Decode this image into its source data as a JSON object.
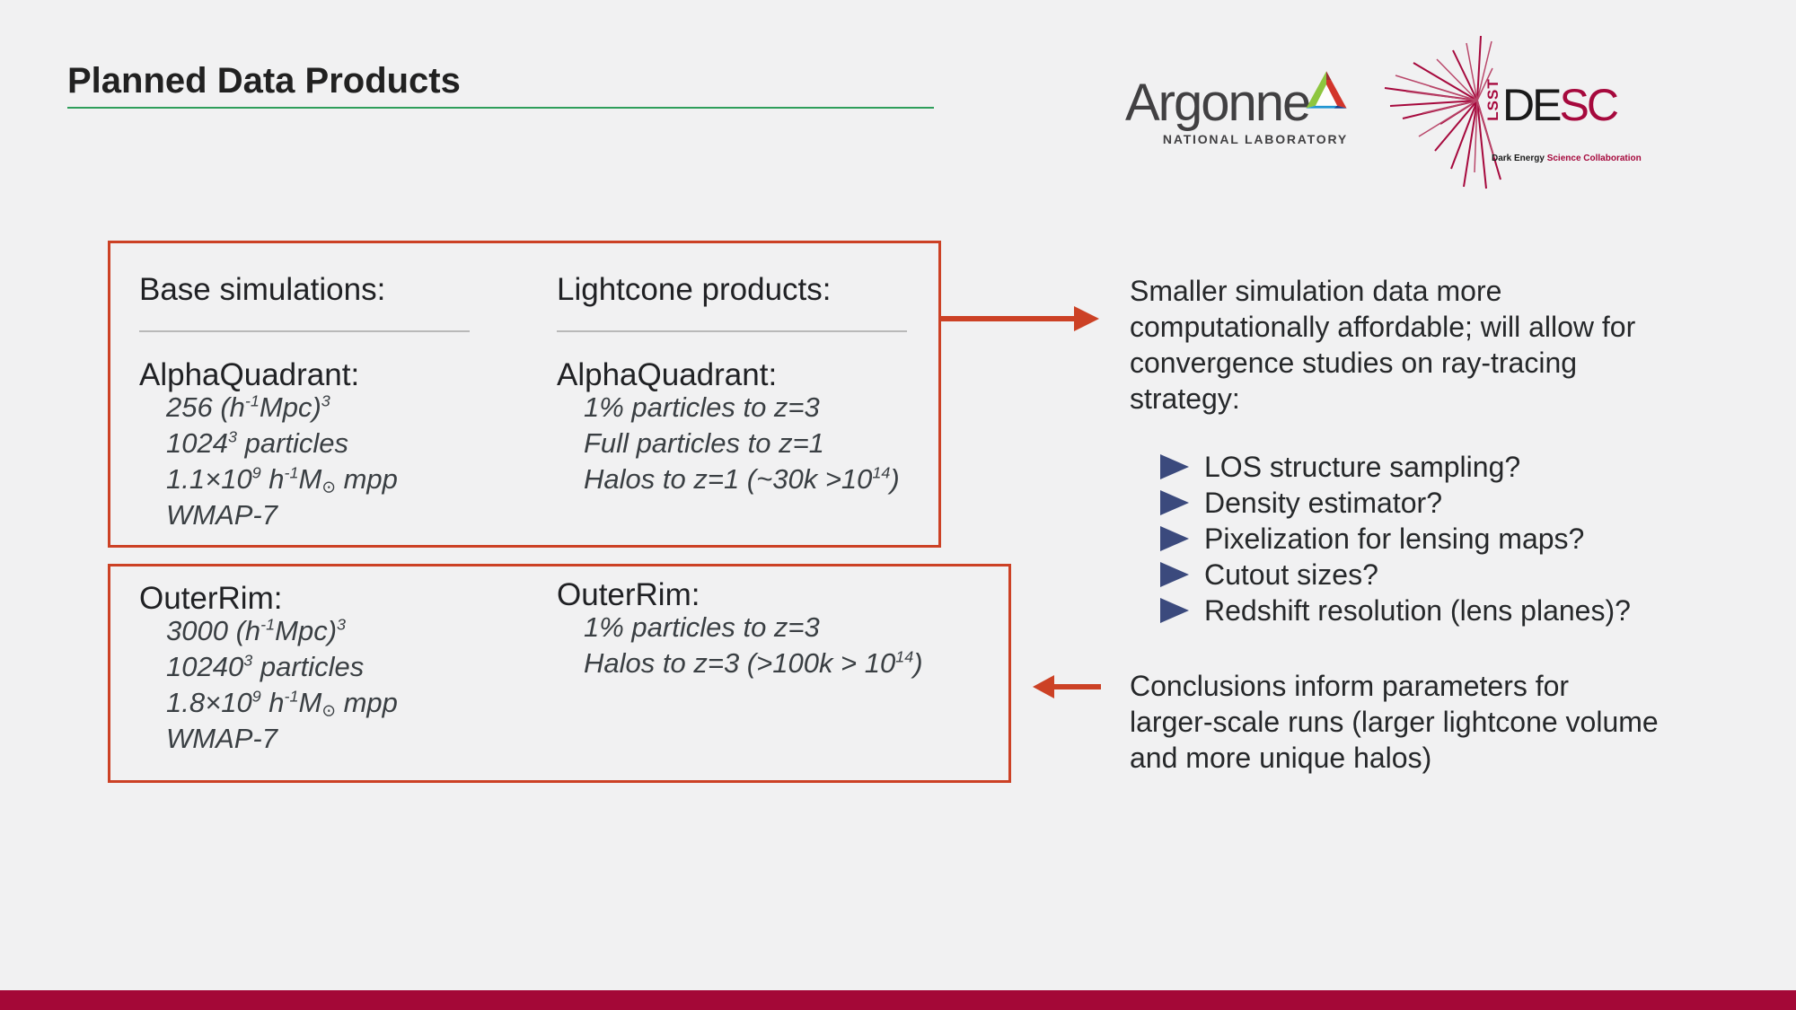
{
  "title": "Planned Data Products",
  "logos": {
    "argonne": {
      "wordmark": "Argonne",
      "subtitle": "NATIONAL LABORATORY"
    },
    "desc": {
      "lsst": "LSST",
      "black": "DE",
      "red": "SC",
      "tagline_black": "Dark Energy ",
      "tagline_red": "Science Collaboration"
    }
  },
  "box1": {
    "base_header": "Base simulations:",
    "lightcone_header": "Lightcone products:",
    "base_title": "AlphaQuadrant:",
    "base_lines": [
      "256 (h<sup>-1</sup>Mpc)<sup>3</sup>",
      "1024<sup>3</sup> particles",
      "1.1×10<sup>9</sup> h<sup>-1</sup>M<sub>⊙</sub> mpp",
      "WMAP-7"
    ],
    "lightcone_title": "AlphaQuadrant:",
    "lightcone_lines": [
      "1% particles to z=3",
      "Full particles to z=1",
      "Halos to z=1 (~30k &gt;10<sup>14</sup>)"
    ]
  },
  "box2": {
    "base_title": "OuterRim:",
    "base_lines": [
      "3000 (h<sup>-1</sup>Mpc)<sup>3</sup>",
      "10240<sup>3</sup> particles",
      "1.8×10<sup>9</sup> h<sup>-1</sup>M<sub>⊙</sub> mpp",
      "WMAP-7"
    ],
    "lightcone_title": "OuterRim:",
    "lightcone_lines": [
      "1% particles to z=3",
      "Halos to z=3 (&gt;100k &gt; 10<sup>14</sup>)"
    ]
  },
  "right_panel": {
    "intro_lines": [
      "Smaller simulation data more",
      "computationally affordable; will allow for",
      "convergence studies on ray-tracing",
      "strategy:"
    ],
    "bullets": [
      "LOS structure sampling?",
      "Density estimator?",
      "Pixelization for lensing maps?",
      "Cutout sizes?",
      "Redshift resolution (lens planes)?"
    ],
    "conclusion_lines": [
      "Conclusions inform parameters for",
      "larger-scale runs (larger lightcone volume",
      "and more unique halos)"
    ]
  },
  "colors": {
    "accent_red": "#cc4125",
    "accent_green": "#2f9e5b",
    "bullet_navy": "#3b4a7d",
    "footer_maroon": "#a40837",
    "desc_crimson": "#a6093d",
    "background": "#f1f1f2"
  }
}
